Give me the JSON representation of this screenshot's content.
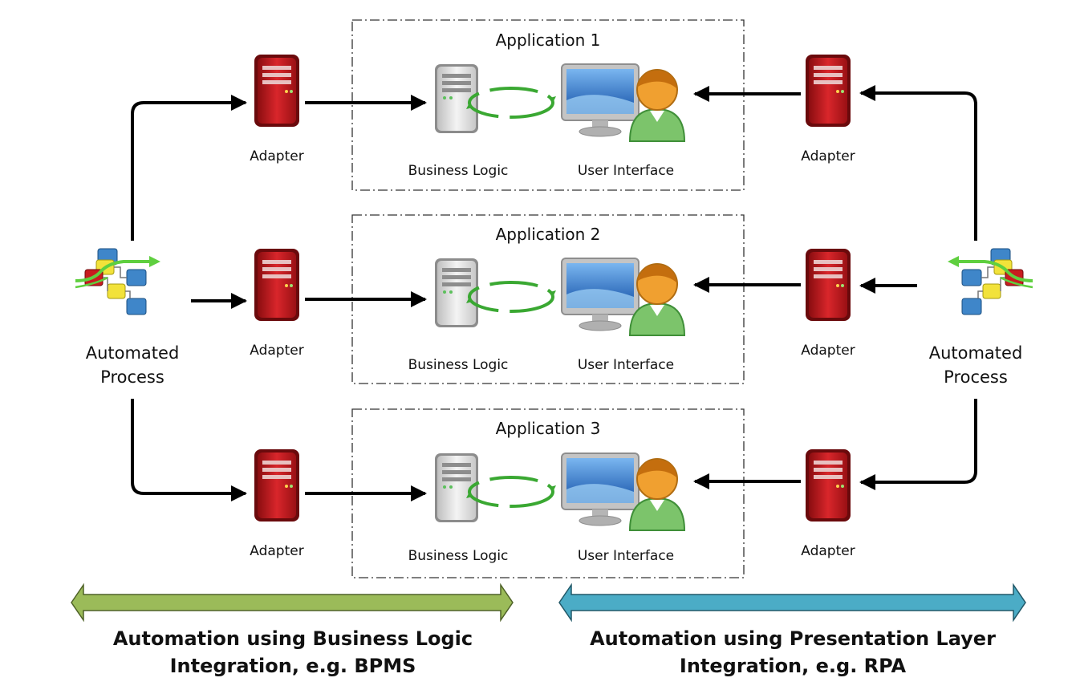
{
  "applications": [
    {
      "title": "Application 1",
      "business_logic": "Business Logic",
      "user_interface": "User Interface"
    },
    {
      "title": "Application 2",
      "business_logic": "Business Logic",
      "user_interface": "User Interface"
    },
    {
      "title": "Application 3",
      "business_logic": "Business Logic",
      "user_interface": "User Interface"
    }
  ],
  "left_process": {
    "line1": "Automated",
    "line2": "Process"
  },
  "right_process": {
    "line1": "Automated",
    "line2": "Process"
  },
  "adapter_label": "Adapter",
  "bottom": {
    "left_caption_line1": "Automation using Business Logic",
    "left_caption_line2": "Integration, e.g. BPMS",
    "right_caption_line1": "Automation using Presentation Layer",
    "right_caption_line2": "Integration, e.g. RPA"
  },
  "colors": {
    "adapter_red": "#c0161b",
    "green_arrow": "#9bbb59",
    "blue_arrow": "#4bacc6",
    "monitor_blue": "#1f66b8",
    "user_orange": "#f0a030",
    "user_green": "#7cc46b",
    "cycle_green": "#3aa832"
  },
  "icons": [
    "server-adapter-icon",
    "server-business-logic-icon",
    "monitor-icon",
    "user-icon",
    "workflow-process-icon"
  ]
}
